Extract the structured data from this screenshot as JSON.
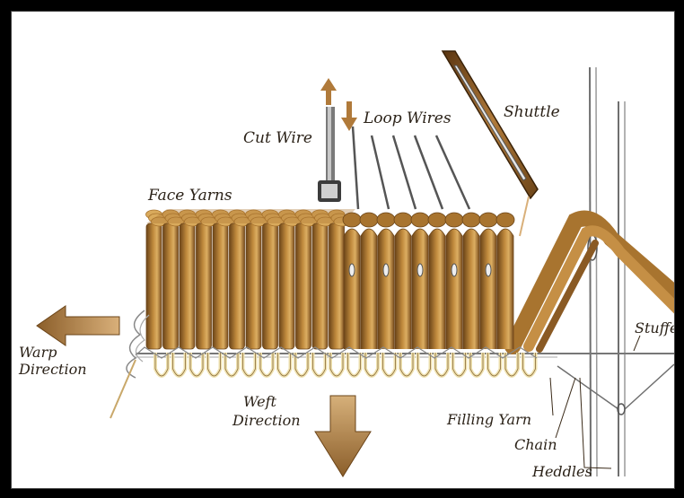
{
  "diagram": {
    "labels": {
      "cut_wire": "Cut Wire",
      "loop_wires": "Loop Wires",
      "shuttle": "Shuttle",
      "face_yarns": "Face Yarns",
      "warp_line1": "Warp",
      "warp_line2": "Direction",
      "weft_line1": "Weft",
      "weft_line2": "Direction",
      "filling_yarn": "Filling Yarn",
      "stuffer": "Stuffer",
      "chain": "Chain",
      "heddles": "Heddles"
    },
    "colors": {
      "yarn_dark": "#6b4418",
      "yarn_mid": "#a8742f",
      "yarn_light": "#d9aa5c",
      "loop_cream": "#efe2b0",
      "arrow": "#b5874a",
      "steel": "#6f6f6f",
      "ink": "#2b2218"
    }
  }
}
